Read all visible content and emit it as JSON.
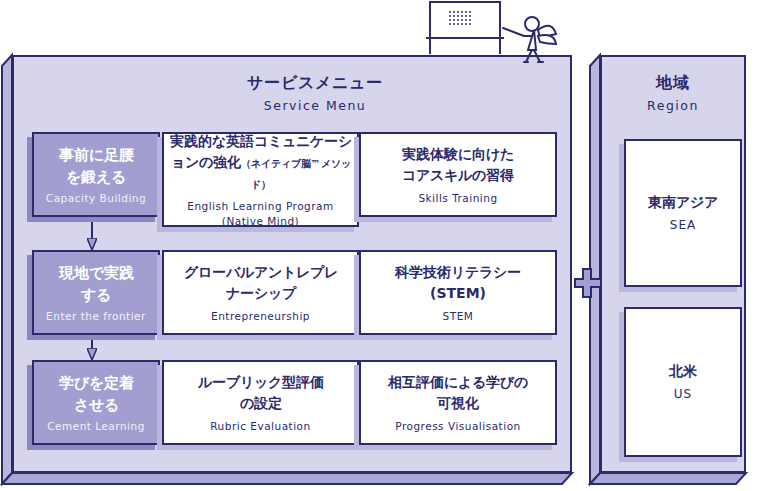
{
  "diagram": {
    "nodes": [
      {
        "text": [
          "サービスメニュー",
          "Service Menu"
        ]
      },
      {
        "text": [
          "事前に足腰を鍛える",
          "Capacity Building"
        ],
        "in": 0
      },
      {
        "text": [
          "実践的な英語コミュニケーションの強化",
          "（ネイティブ脳™メソッド）",
          "English Learning Program (Native Mind)"
        ],
        "in": 0
      },
      {
        "text": [
          "実践体験に向けたコアスキルの習得",
          "Skills Training"
        ],
        "in": 0
      },
      {
        "text": [
          "現地で実践する",
          "Enter the frontier"
        ],
        "in": 0
      },
      {
        "text": [
          "グローバルアントレプレナーシップ",
          "Entrepreneurship"
        ],
        "in": 0
      },
      {
        "text": [
          "科学技術リテラシー (STEM)",
          "STEM"
        ],
        "in": 0
      },
      {
        "text": [
          "学びを定着させる",
          "Cement Learning"
        ],
        "in": 0
      },
      {
        "text": [
          "ルーブリック型評価の設定",
          "Rubric Evaluation"
        ],
        "in": 0
      },
      {
        "text": [
          "相互評価による学びの可視化",
          "Progress Visualisation"
        ],
        "in": 0
      },
      {
        "text": [
          "地域",
          "Region"
        ]
      },
      {
        "text": [
          "東南アジア",
          "SEA"
        ],
        "in": 10
      },
      {
        "text": [
          "北米",
          "US"
        ],
        "in": 10
      }
    ],
    "edges": [
      {
        "from": 1,
        "to": 4,
        "arrow": "to"
      },
      {
        "from": 4,
        "to": 7,
        "arrow": "to"
      }
    ]
  }
}
